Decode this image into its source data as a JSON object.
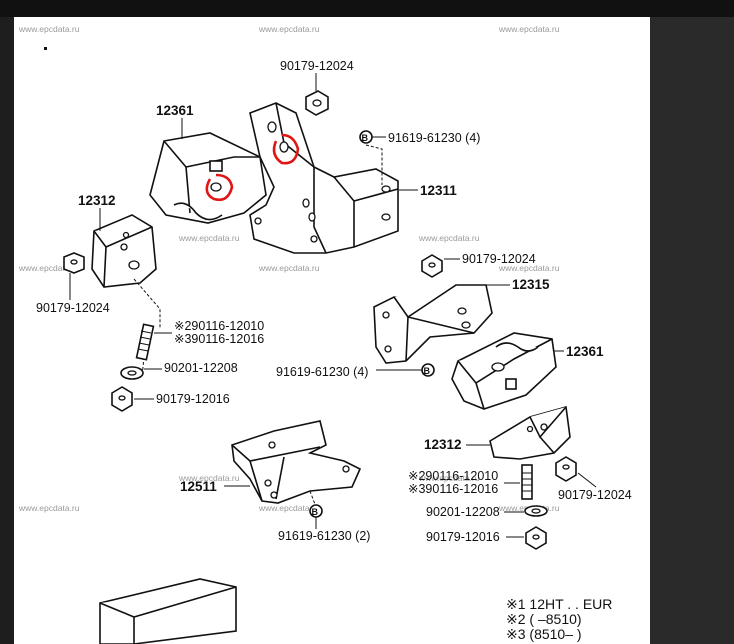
{
  "watermark": "www.epcdata.ru",
  "labels": {
    "nut_top": "90179-12024",
    "mount_12361_top": "12361",
    "bolt_b_top": "91619-61230 (4)",
    "bracket_12311": "12311",
    "insulator_12312_left": "12312",
    "nut_left": "90179-12024",
    "stud_left_2": "※290116-12010",
    "stud_left_3": "※390116-12016",
    "washer_left": "90201-12208",
    "nut_left_bottom": "90179-12016",
    "nut_mid_right": "90179-12024",
    "bracket_12315": "12315",
    "mount_12361_right": "12361",
    "bolt_b_mid": "91619-61230 (4)",
    "insulator_12312_right": "12312",
    "stud_right_2": "※290116-12010",
    "stud_right_3": "※390116-12016",
    "nut_right": "90179-12024",
    "washer_right": "90201-12208",
    "nut_right_bottom": "90179-12016",
    "bracket_12511": "12511",
    "bolt_b_bottom": "91619-61230 (2)",
    "bolt_marker": "B"
  },
  "legend": {
    "note1": "※1 12HT . . EUR",
    "note2": "※2 (      –8510)",
    "note3": "※3 (8510–         )"
  },
  "colors": {
    "highlight": "#e01515"
  }
}
